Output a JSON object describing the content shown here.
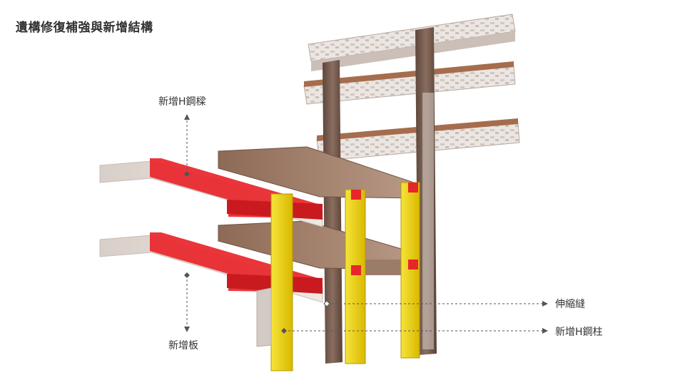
{
  "title": "遺構修復補強與新增結構",
  "labels": {
    "new_h_beam": "新增H鋼樑",
    "new_slab": "新增板",
    "expansion_joint": "伸縮縫",
    "new_h_column": "新增H鋼柱"
  },
  "colors": {
    "steel_red": "#e8252a",
    "steel_yellow": "#f2d40c",
    "concrete": "#e6dcd6",
    "ruin_brown": "#6e5548",
    "wood_deck": "#a9816a",
    "leader_line": "#555555"
  }
}
